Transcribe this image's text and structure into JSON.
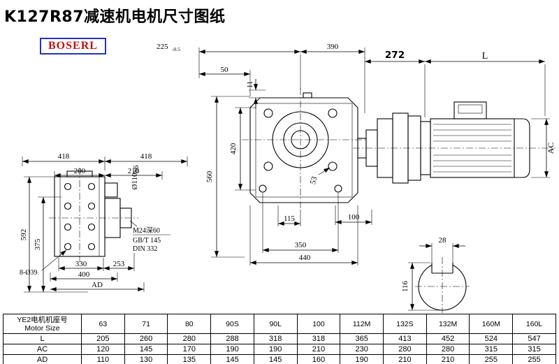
{
  "page": {
    "title": "K127R87减速机电机尺寸图纸",
    "logo": "BOSERL"
  },
  "brand_colors": {
    "logo_border": "#2334bb",
    "logo_text": "#c41111"
  },
  "rear": {
    "w418a": "418",
    "w418b": "418",
    "w200": "200",
    "w210": "210",
    "h592": "592",
    "h375": "375",
    "b330": "330",
    "b253": "253",
    "b400": "400",
    "bAD": "AD",
    "holes": "8-Ø39",
    "shaft_dia": "Ø110",
    "shaft_tol": "h6",
    "tap": "M24深60",
    "std1": "GB/T 145",
    "std2": "DIN 332"
  },
  "front": {
    "t225": "225",
    "t225_tol": "-0.5",
    "t390": "390",
    "t50": "50",
    "t11": "11",
    "h560": "560",
    "h420": "420",
    "d53": "53",
    "b115": "115",
    "b100": "100",
    "b350": "350",
    "b440": "440"
  },
  "motor": {
    "d272": "272",
    "dL": "L",
    "dAC": "AC"
  },
  "shaft": {
    "d28": "28",
    "d116": "116"
  },
  "table": {
    "header_cn": "YE2电机机座号",
    "header_en": "Motor Size",
    "sizes": [
      "63",
      "71",
      "80",
      "90S",
      "90L",
      "100",
      "112M",
      "132S",
      "132M",
      "160M",
      "160L"
    ],
    "rows": [
      {
        "label": "L",
        "values": [
          "205",
          "260",
          "280",
          "288",
          "318",
          "318",
          "365",
          "413",
          "452",
          "524",
          "547"
        ]
      },
      {
        "label": "AC",
        "values": [
          "120",
          "145",
          "170",
          "190",
          "190",
          "210",
          "230",
          "280",
          "280",
          "315",
          "315"
        ]
      },
      {
        "label": "AD",
        "values": [
          "110",
          "130",
          "135",
          "145",
          "145",
          "160",
          "190",
          "210",
          "210",
          "255",
          "255"
        ]
      }
    ]
  }
}
